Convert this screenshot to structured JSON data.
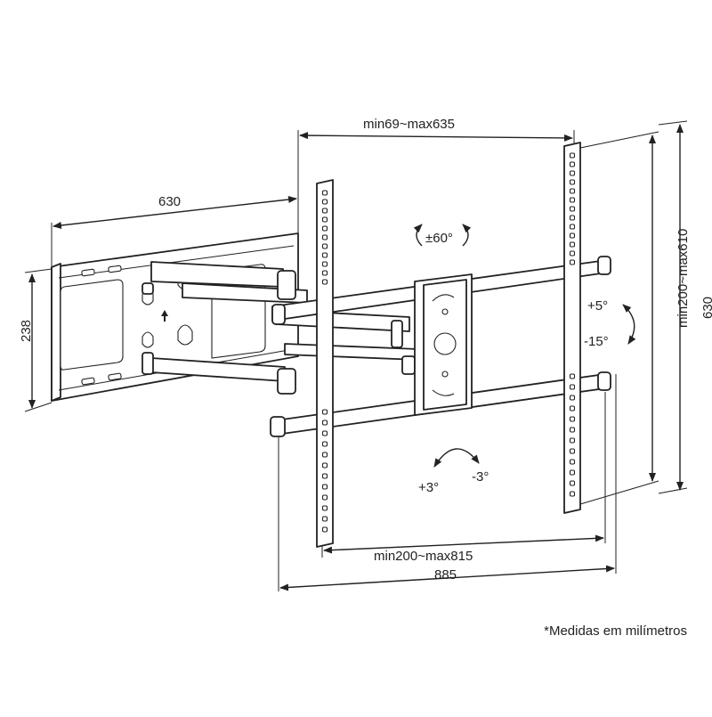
{
  "dimensions": {
    "arm_extension": "630",
    "plate_height": "238",
    "vertical_spacing": "min69~max635",
    "vertical_rail_span": "min200~max610",
    "overall_height": "630",
    "horizontal_spacing": "min200~max815",
    "overall_width": "885"
  },
  "angles": {
    "swivel": "±60°",
    "tilt_up": "+5°",
    "tilt_down": "-15°",
    "level_plus": "+3°",
    "level_minus": "-3°"
  },
  "footnote": "*Medidas em milímetros"
}
